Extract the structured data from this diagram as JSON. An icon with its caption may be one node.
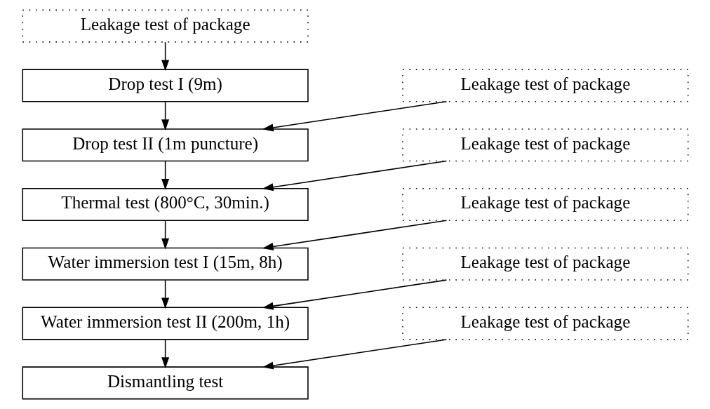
{
  "diagram": {
    "nodes": [
      {
        "text": [
          "Leakage test of package"
        ]
      },
      {
        "text": [
          "Drop test I (9m)"
        ]
      },
      {
        "text": [
          "Leakage test of package"
        ]
      },
      {
        "text": [
          "Drop test II (1m puncture)"
        ]
      },
      {
        "text": [
          "Leakage test of package"
        ]
      },
      {
        "text": [
          "Thermal test (800°C, 30min.)"
        ]
      },
      {
        "text": [
          "Leakage test of package"
        ]
      },
      {
        "text": [
          "Water immersion test I (15m, 8h)"
        ]
      },
      {
        "text": [
          "Leakage test of package"
        ]
      },
      {
        "text": [
          "Water immersion test II (200m, 1h)"
        ]
      },
      {
        "text": [
          "Leakage test of package"
        ]
      },
      {
        "text": [
          "Dismantling test"
        ]
      }
    ],
    "edges": [
      {
        "from": 0,
        "to": 1,
        "arrow": "to"
      },
      {
        "from": 1,
        "to": 3,
        "arrow": "to"
      },
      {
        "from": 2,
        "to": 3,
        "arrow": "to"
      },
      {
        "from": 3,
        "to": 5,
        "arrow": "to"
      },
      {
        "from": 4,
        "to": 5,
        "arrow": "to"
      },
      {
        "from": 5,
        "to": 7,
        "arrow": "to"
      },
      {
        "from": 6,
        "to": 7,
        "arrow": "to"
      },
      {
        "from": 7,
        "to": 9,
        "arrow": "to"
      },
      {
        "from": 8,
        "to": 9,
        "arrow": "to"
      },
      {
        "from": 9,
        "to": 11,
        "arrow": "to"
      },
      {
        "from": 10,
        "to": 11,
        "arrow": "to"
      }
    ]
  }
}
